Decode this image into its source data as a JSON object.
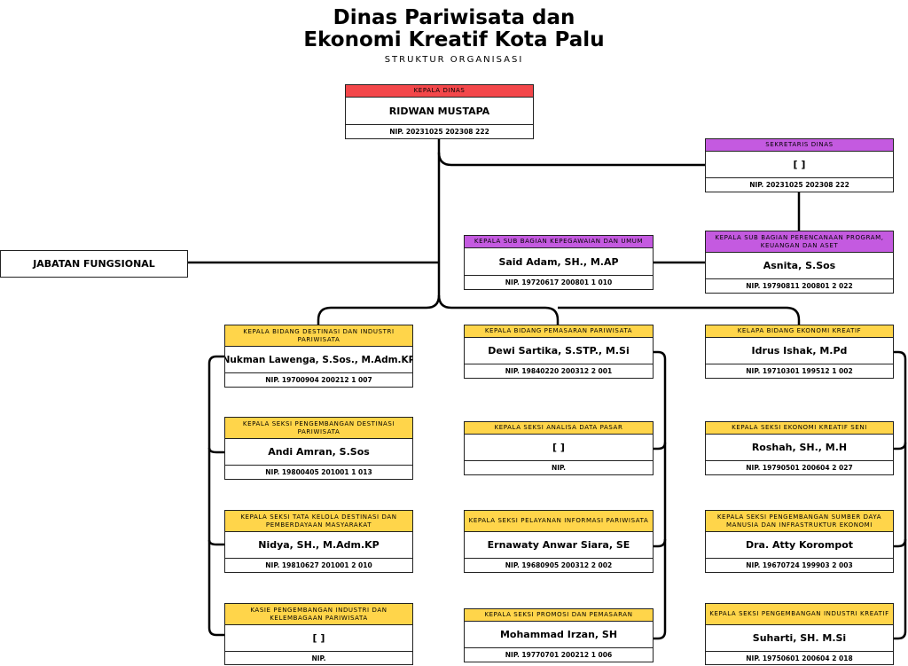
{
  "title_line1": "Dinas Pariwisata dan",
  "title_line2": "Ekonomi Kreatif Kota Palu",
  "subtitle": "STRUKTUR ORGANISASI",
  "jabatan_fungsional": "JABATAN FUNGSIONAL",
  "colors": {
    "kepala": "#f3474a",
    "sekretariat": "#c45ae0",
    "bidang": "#ffd54a"
  },
  "kepala_dinas": {
    "title": "KEPALA DINAS",
    "name": "RIDWAN MUSTAPA",
    "nip": "NIP. 20231025 202308 222"
  },
  "sekretaris": {
    "title": "SEKRETARIS DINAS",
    "name": "[ ]",
    "nip": "NIP. 20231025 202308 222"
  },
  "kasubag_kepegawaian": {
    "title": "KEPALA SUB BAGIAN KEPEGAWAIAN DAN UMUM",
    "name": "Said Adam, SH., M.AP",
    "nip": "NIP. 19720617 200801 1 010"
  },
  "kasubag_perencanaan": {
    "title": "KEPALA SUB BAGIAN PERENCANAAN PROGRAM, KEUANGAN DAN ASET",
    "name": "Asnita, S.Sos",
    "nip": "NIP. 19790811 200801 2 022"
  },
  "col1": [
    {
      "title": "KEPALA BIDANG DESTINASI DAN INDUSTRI PARIWISATA",
      "name": "Nukman Lawenga, S.Sos., M.Adm.KP",
      "nip": "NIP. 19700904 200212 1 007"
    },
    {
      "title": "KEPALA SEKSI PENGEMBANGAN DESTINASI PARIWISATA",
      "name": "Andi Amran, S.Sos",
      "nip": "NIP. 19800405 201001 1 013"
    },
    {
      "title": "KEPALA SEKSI TATA KELOLA DESTINASI DAN PEMBERDAYAAN MASYARAKAT",
      "name": "Nidya, SH., M.Adm.KP",
      "nip": "NIP. 19810627 201001 2 010"
    },
    {
      "title": "KASIE PENGEMBANGAN INDUSTRI DAN KELEMBAGAAN PARIWISATA",
      "name": "[ ]",
      "nip": "NIP."
    }
  ],
  "col2": [
    {
      "title": "KEPALA BIDANG PEMASARAN PARIWISATA",
      "name": "Dewi Sartika, S.STP., M.Si",
      "nip": "NIP. 19840220 200312 2 001"
    },
    {
      "title": "KEPALA SEKSI ANALISA DATA PASAR",
      "name": "[ ]",
      "nip": "NIP."
    },
    {
      "title": "KEPALA SEKSI PELAYANAN INFORMASI PARIWISATA",
      "name": "Ernawaty Anwar Siara, SE",
      "nip": "NIP. 19680905 200312 2 002"
    },
    {
      "title": "KEPALA SEKSI PROMOSI DAN PEMASARAN",
      "name": "Mohammad Irzan, SH",
      "nip": "NIP. 19770701 200212 1 006"
    }
  ],
  "col3": [
    {
      "title": "KELAPA BIDANG EKONOMI KREATIF",
      "name": "Idrus Ishak, M.Pd",
      "nip": "NIP. 19710301 199512 1 002"
    },
    {
      "title": "KEPALA SEKSI EKONOMI KREATIF SENI",
      "name": "Roshah, SH., M.H",
      "nip": "NIP. 19790501 200604 2 027"
    },
    {
      "title": "KEPALA SEKSI PENGEMBANGAN SUMBER DAYA MANUSIA DAN INFRASTRUKTUR EKONOMI",
      "name": "Dra. Atty Korompot",
      "nip": "NIP. 19670724 199903 2 003"
    },
    {
      "title": "KEPALA SEKSI PENGEMBANGAN INDUSTRI KREATIF",
      "name": "Suharti, SH. M.Si",
      "nip": "NIP. 19750601 200604 2 018"
    }
  ]
}
